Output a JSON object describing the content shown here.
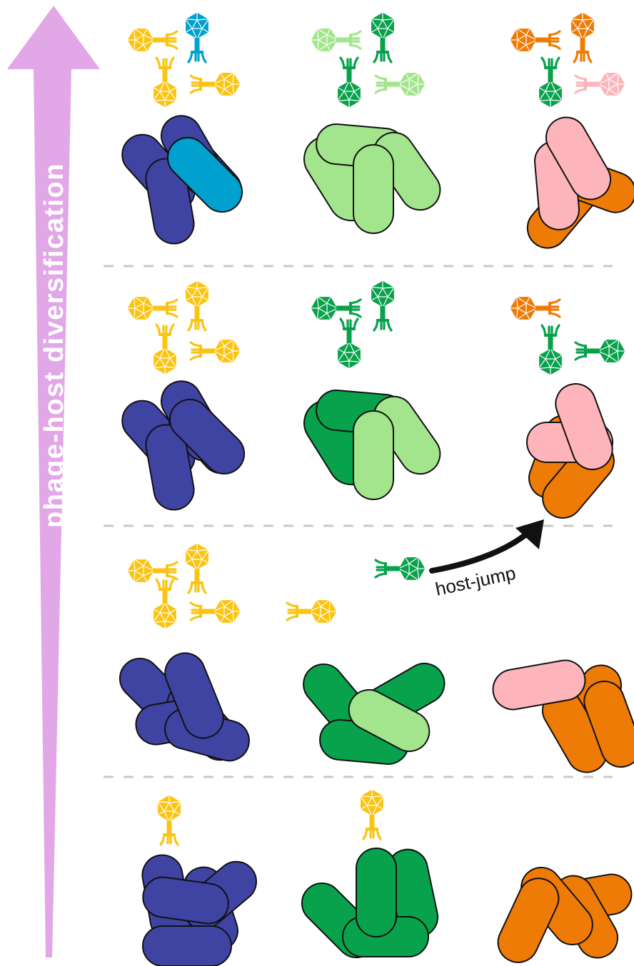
{
  "axis": {
    "label": "phage-host diversification"
  },
  "annotation": {
    "host_jump": "host-jump"
  },
  "colors": {
    "navy": "#3f44a3",
    "blue": "#00a0cf",
    "dark_green": "#07a24b",
    "light_green": "#a2e58d",
    "orange": "#ee7b06",
    "pink": "#fdb5bb",
    "yellow": "#fbc412",
    "arrow": "#e1a7e7",
    "outline": "#111111",
    "divider": "#c8c8c8"
  },
  "stages": [
    {
      "id": "stage-1",
      "description_colors": [
        "navy",
        "dark_green",
        "orange"
      ]
    },
    {
      "id": "stage-2",
      "description_colors": [
        "navy+yellow phage",
        "dark_green+light_green",
        "orange+pink"
      ]
    },
    {
      "id": "stage-3",
      "description_colors": [
        "navy",
        "dark_green+light_green",
        "orange+pink"
      ]
    },
    {
      "id": "stage-4",
      "description_colors": [
        "navy+blue",
        "light_green",
        "orange+pink"
      ]
    }
  ]
}
